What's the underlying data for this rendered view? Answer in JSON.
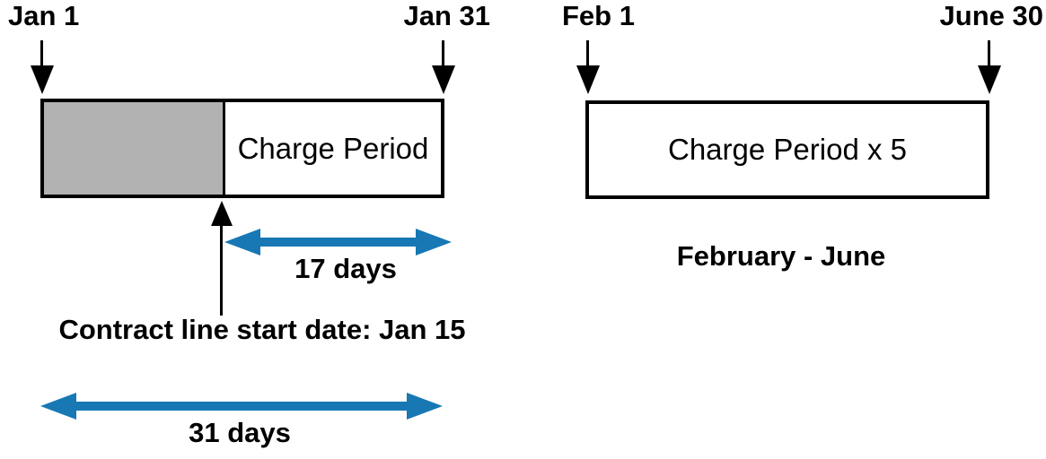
{
  "colors": {
    "arrow_blue": "#1778b4",
    "bar_gray": "#b2b2b2",
    "ink": "#000000",
    "background": "#ffffff"
  },
  "left_diagram": {
    "start_date_label": "Jan 1",
    "end_date_label": "Jan 31",
    "bar_label": "Charge Period",
    "start_pointer_label": "Contract line start date: Jan 15",
    "charge_span_label": "17 days",
    "month_span_label": "31 days"
  },
  "right_diagram": {
    "start_date_label": "Feb 1",
    "end_date_label": "June 30",
    "bar_label": "Charge Period x 5",
    "caption": "February - June"
  }
}
